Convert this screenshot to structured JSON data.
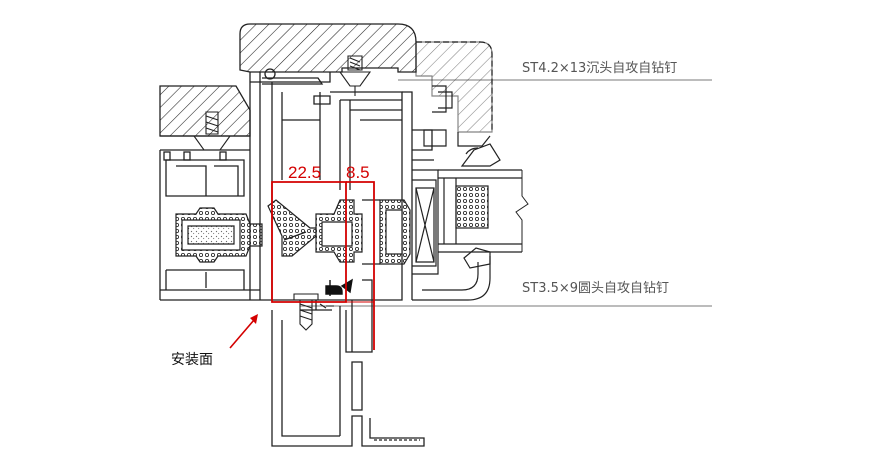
{
  "labels": {
    "screw_top": "ST4.2×13沉头自攻自钻钉",
    "screw_bottom": "ST3.5×9圆头自攻自钻钉",
    "install_face": "安装面"
  },
  "dimensions": {
    "d1": "22.5",
    "d2": "8.5"
  },
  "colors": {
    "line": "#222222",
    "leader": "#7a7a7a",
    "dimension": "#d40000",
    "background": "#ffffff"
  }
}
